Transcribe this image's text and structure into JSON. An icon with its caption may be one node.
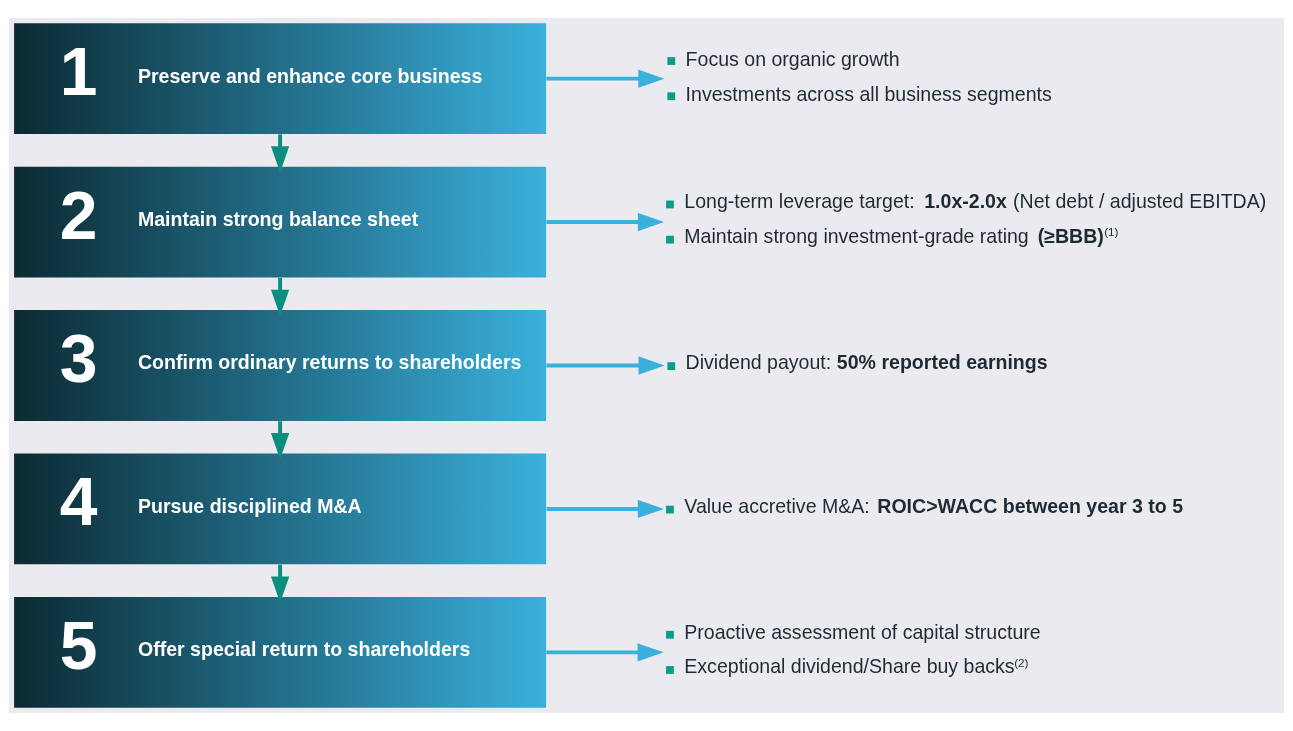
{
  "diagram": {
    "nodes": [
      {
        "text": [
          "1",
          "Preserve and enhance core business"
        ]
      },
      {
        "text": [
          "Focus on organic growth",
          "Investments across all business segments"
        ]
      },
      {
        "text": [
          "2",
          "Maintain strong balance sheet"
        ]
      },
      {
        "text": [
          "Long-term leverage target: **1.0x-2.0x** (Net debt / adjusted EBITDA)",
          "Maintain strong investment-grade rating **(≥BBB)**$^{(1)}$"
        ]
      },
      {
        "text": [
          "3",
          "Confirm ordinary returns to shareholders"
        ]
      },
      {
        "text": [
          "Dividend payout: **50% reported earnings**"
        ]
      },
      {
        "text": [
          "4",
          "Pursue disciplined M&A"
        ]
      },
      {
        "text": [
          "Value accretive M&A: **ROIC>WACC between year 3 to 5**"
        ]
      },
      {
        "text": [
          "5",
          "Offer special return to shareholders"
        ]
      },
      {
        "text": [
          "Proactive assessment of capital structure",
          "Exceptional dividend/Share buy backs$^{(2)}$"
        ]
      }
    ],
    "edges": [
      {
        "from": 0,
        "to": 1,
        "arrow": "to"
      },
      {
        "from": 0,
        "to": 2,
        "arrow": "to",
        "color": "#0a8f7f"
      },
      {
        "from": 2,
        "to": 3,
        "arrow": "to"
      },
      {
        "from": 2,
        "to": 4,
        "arrow": "to",
        "color": "#0a8f7f"
      },
      {
        "from": 4,
        "to": 5,
        "arrow": "to"
      },
      {
        "from": 4,
        "to": 6,
        "arrow": "to",
        "color": "#0a8f7f"
      },
      {
        "from": 6,
        "to": 7,
        "arrow": "to"
      },
      {
        "from": 6,
        "to": 8,
        "arrow": "to",
        "color": "#0a8f7f"
      },
      {
        "from": 8,
        "to": 9,
        "arrow": "to"
      }
    ]
  }
}
